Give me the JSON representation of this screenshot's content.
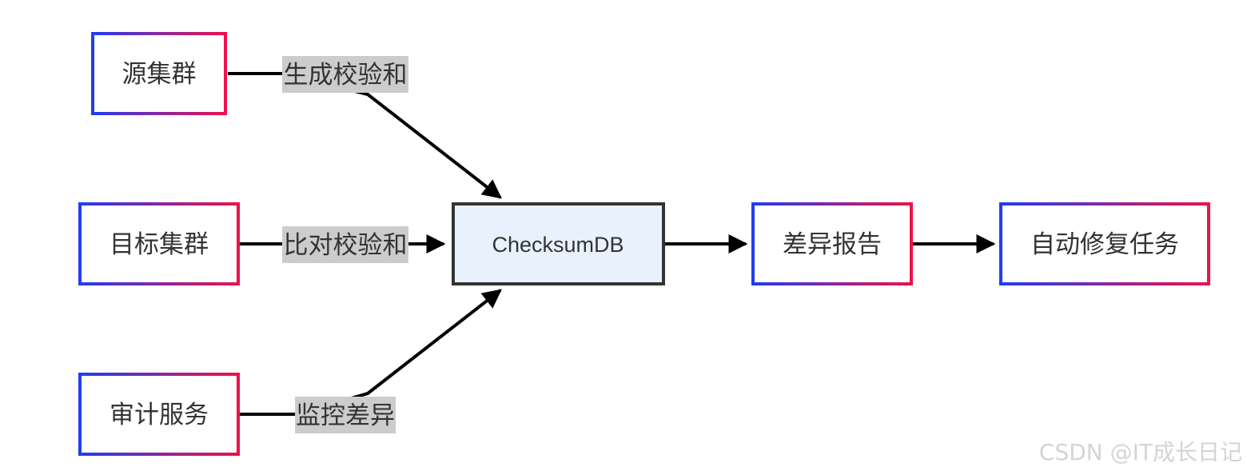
{
  "colors": {
    "gradient_start": "#1f3df2",
    "gradient_end": "#f0104a",
    "center_fill": "#e8f2fc",
    "center_stroke": "#333333",
    "edge": "#000000",
    "edge_label_bg": "#cccccc",
    "text": "#333333",
    "watermark": "#d4d4d4"
  },
  "nodes": {
    "source_cluster": "源集群",
    "target_cluster": "目标集群",
    "audit_service": "审计服务",
    "checksum_db": "ChecksumDB",
    "diff_report": "差异报告",
    "auto_repair": "自动修复任务"
  },
  "edges": {
    "generate_checksum": "生成校验和",
    "compare_checksum": "比对校验和",
    "monitor_diff": "监控差异"
  },
  "watermark": "CSDN @IT成长日记"
}
